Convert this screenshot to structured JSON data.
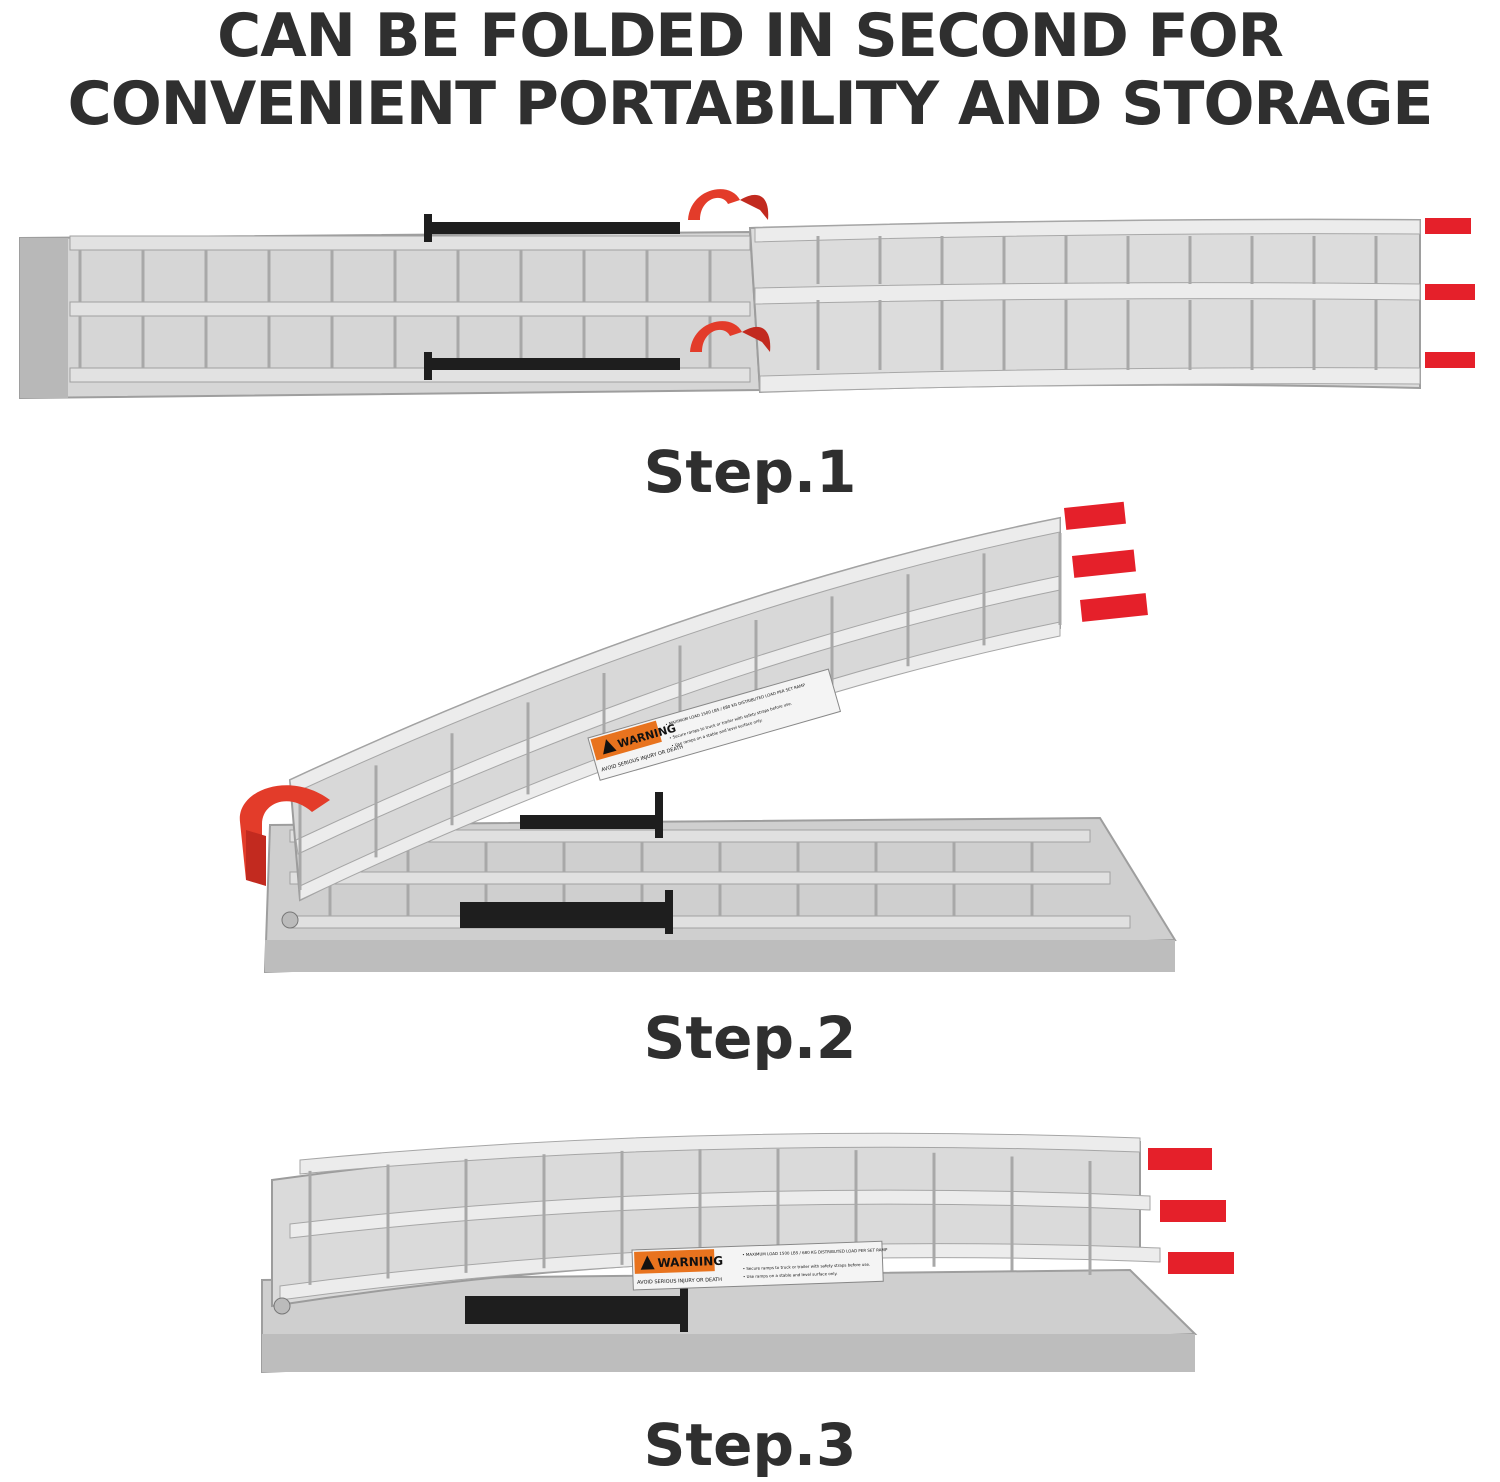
{
  "headline": {
    "line1": "CAN BE FOLDED IN SECOND FOR",
    "line2": "CONVENIENT PORTABILITY AND STORAGE"
  },
  "steps": [
    {
      "label": "Step.1"
    },
    {
      "label": "Step.2"
    },
    {
      "label": "Step.3"
    }
  ],
  "warning_label": {
    "title": "WARNING",
    "subtitle": "AVOID SERIOUS INJURY OR DEATH",
    "line1": "• MAXIMUM LOAD 1500 LBS / 680 KG DISTRIBUTED LOAD PER SET RAMP",
    "line2": "• Secure ramps to truck or trailer with safety straps before use.",
    "line3": "• Use ramps on a stable and level surface only."
  },
  "colors": {
    "text": "#2f2f2f",
    "aluminum": "#c9c9c9",
    "aluminum_dark": "#a6a6a6",
    "end_caps": "#e5202a",
    "handle": "#1e1e1e",
    "warning_orange": "#e8731e",
    "fold_arrow": "#e33c2a"
  },
  "icons": [
    "fold-arrow-icon",
    "warning-triangle-icon"
  ]
}
